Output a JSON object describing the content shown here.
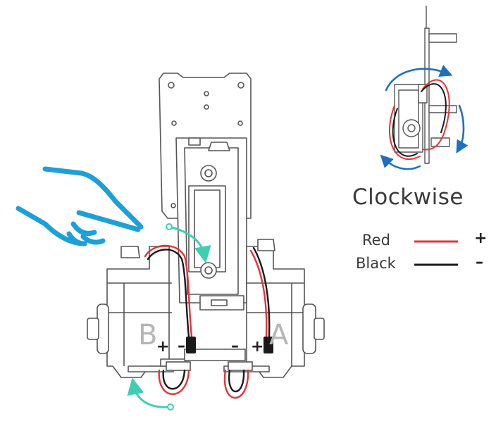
{
  "legend": {
    "title": "Clockwise",
    "rows": [
      {
        "label": "Red",
        "color": "#e53338",
        "sign": "+"
      },
      {
        "label": "Black",
        "color": "#1a1a1a",
        "sign": "–"
      }
    ]
  },
  "servo_marks": {
    "left": "B",
    "right": "A",
    "left_plus": "+",
    "left_minus": "–",
    "right_minus": "–",
    "right_plus": "+"
  },
  "colors": {
    "outline": "#555555",
    "hand": "#1d9fd8",
    "arrow": "#3fcfb0",
    "rotation_arrow": "#1d6fc0",
    "wire_red": "#e53338",
    "wire_black": "#1a1a1a"
  },
  "icons": [
    "pointing-hand-icon",
    "rotation-arrow-icon",
    "curved-arrow-icon"
  ]
}
